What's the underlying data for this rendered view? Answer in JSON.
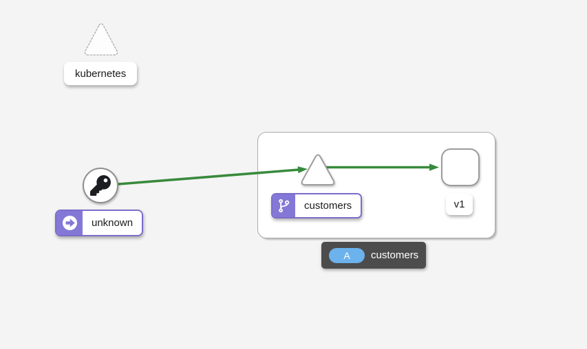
{
  "canvas": {
    "background_color": "#f4f4f4"
  },
  "graph": {
    "kubernetes_node": {
      "label": "kubernetes",
      "shape": "triangle",
      "style": "dashed-idle"
    },
    "unknown_node": {
      "label": "unknown",
      "shape": "circle",
      "node_icon": "key-icon",
      "badge_icon": "arrow-circle-right-icon"
    },
    "app_box": {
      "service_node": {
        "label": "customers",
        "shape": "triangle",
        "badge_icon": "code-branch-icon"
      },
      "workload_node": {
        "label": "v1",
        "shape": "rounded-square"
      }
    },
    "edges": [
      {
        "from": "unknown",
        "to": "customers-service",
        "status_color": "#388a3c"
      },
      {
        "from": "customers-service",
        "to": "v1",
        "status_color": "#388a3c"
      }
    ],
    "tooltip": {
      "badge": "A",
      "label": "customers",
      "badge_color": "#6cb2ec",
      "background_color": "#4c4c4c"
    }
  },
  "icons": {
    "key-icon": "black key glyph inside circle node",
    "arrow-circle-right-icon": "white circle with purple right arrow",
    "code-branch-icon": "white git branch glyph on purple",
    "app-badge": "blue pill with letter A"
  },
  "colors": {
    "edge_green": "#388a3c",
    "node_border_gray": "#9c9c9c",
    "dashed_border_gray": "#b9b9b9",
    "purple_badge_fill": "#8478d7",
    "purple_badge_border": "#7b6cc9",
    "tooltip_background": "#4c4c4c",
    "app_badge_blue": "#6cb2ec",
    "key_icon_black": "#1b1d21",
    "canvas_background": "#f4f4f4"
  }
}
